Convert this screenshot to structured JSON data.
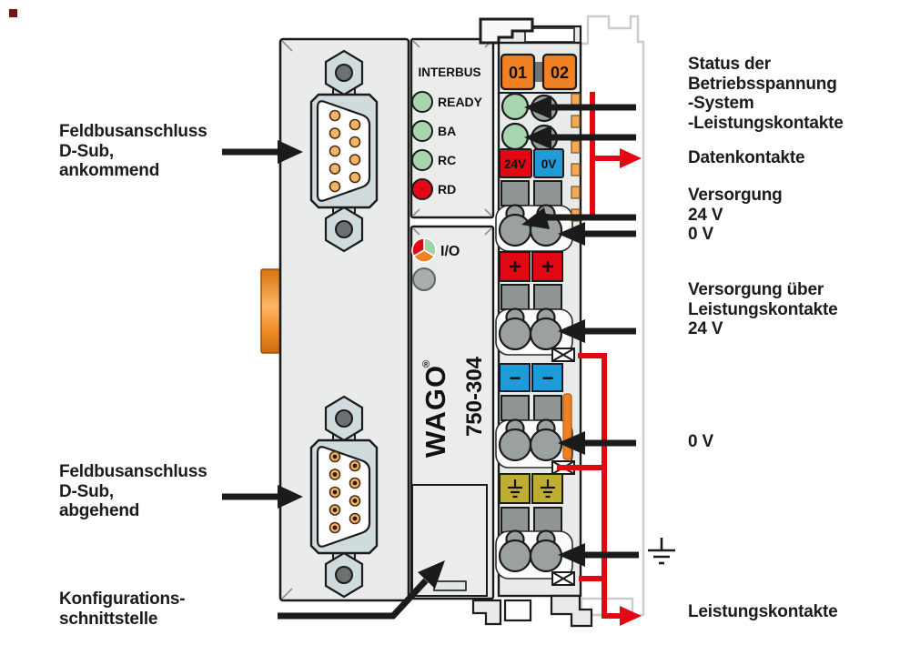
{
  "diagram": {
    "title": "WAGO 750-304 INTERBUS fieldbus controller connection diagram",
    "device": {
      "brand": "WAGO",
      "registered_mark": "®",
      "model": "750-304",
      "fieldbus_name": "INTERBUS",
      "status_leds": [
        "READY",
        "BA",
        "RC",
        "RD"
      ],
      "io_led_label": "I/O",
      "terminal_numbers": [
        "01",
        "02"
      ],
      "voltage_labels": [
        "24V",
        "0V"
      ],
      "plus_label": "+",
      "minus_label": "−"
    },
    "labels_left": [
      "Feldbusanschluss\nD-Sub,\nankommend",
      "Feldbusanschluss\nD-Sub,\nabgehend",
      "Konfigurations-\nschnittstelle"
    ],
    "labels_right": [
      "Status der\nBetriebsspannung\n-System\n-Leistungskontakte",
      "Datenkontakte",
      "Versorgung\n24 V\n0 V",
      "Versorgung über\nLeistungskontakte\n24 V",
      "0 V",
      "Leistungskontakte"
    ],
    "colors": {
      "wago_green": "#3aa93a",
      "signal_red": "#e30613",
      "orange": "#f08122",
      "blue": "#1f9cd8",
      "led_green": "#a5d6ad",
      "earth_yellow": "#bfae33"
    }
  }
}
